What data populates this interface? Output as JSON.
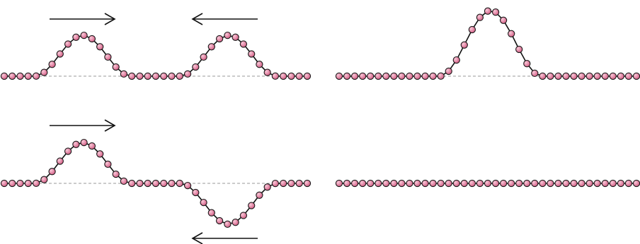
{
  "figure": {
    "panels": [
      {
        "id": "a",
        "pulses": [
          {
            "polarity": 1,
            "direction": "right"
          },
          {
            "polarity": 1,
            "direction": "left"
          }
        ]
      },
      {
        "id": "b",
        "pulses": [
          {
            "polarity": 1,
            "direction": "none"
          }
        ]
      },
      {
        "id": "c",
        "pulses": [
          {
            "polarity": 1,
            "direction": "right"
          },
          {
            "polarity": -1,
            "direction": "left"
          }
        ]
      },
      {
        "id": "d",
        "pulses": []
      }
    ]
  },
  "colors": {
    "bead_fill": "#e6799a",
    "bead_stroke": "#1a1a1a",
    "string": "#111111",
    "equilibrium_line": "#999999",
    "arrow": "#111111"
  },
  "icons": {
    "direction_arrow": "long-arrow"
  }
}
